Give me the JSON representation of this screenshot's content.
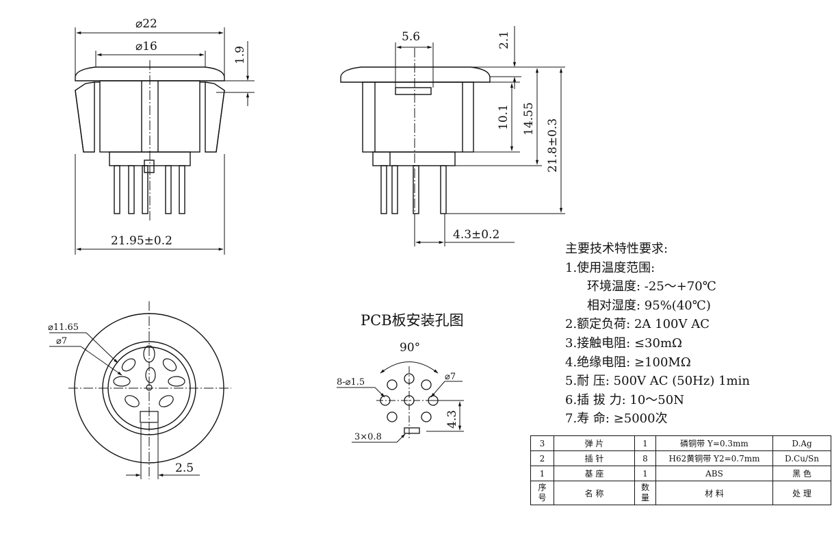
{
  "dims": {
    "d22": "⌀22",
    "d16": "⌀16",
    "h19": "1.9",
    "w2195": "21.95±0.2",
    "w56": "5.6",
    "h21": "2.1",
    "h101": "10.1",
    "h1455": "14.55",
    "h218": "21.8±0.3",
    "w43": "4.3±0.2",
    "d1165": "⌀11.65",
    "d7a": "⌀7",
    "w25": "2.5",
    "ang90": "90°",
    "holes": "8-⌀1.5",
    "d7b": "⌀7",
    "h43": "4.3",
    "slot": "3×0.8"
  },
  "pcb_title": "PCB板安装孔图",
  "specs": {
    "title": "主要技术特性要求:",
    "l1": "1.使用温度范围:",
    "l1a": "环境温度: -25～+70℃",
    "l1b": "相对湿度: 95%(40℃)",
    "l2": "2.额定负荷: 2A 100V AC",
    "l3": "3.接触电阻: ≤30mΩ",
    "l4": "4.绝缘电阻: ≥100MΩ",
    "l5": "5.耐    压: 500V AC (50Hz) 1min",
    "l6": "6.插 拔 力: 10～50N",
    "l7": "7.寿    命: ≥5000次"
  },
  "bom": {
    "rows": [
      {
        "no": "3",
        "name": "弹 片",
        "qty": "1",
        "mat": "磷铜带 Y=0.3mm",
        "proc": "D.Ag"
      },
      {
        "no": "2",
        "name": "插 针",
        "qty": "8",
        "mat": "H62黄铜带 Y2=0.7mm",
        "proc": "D.Cu/Sn"
      },
      {
        "no": "1",
        "name": "基 座",
        "qty": "1",
        "mat": "ABS",
        "proc": "黑 色"
      }
    ],
    "header": {
      "no_a": "序",
      "no_b": "号",
      "name": "名 称",
      "qty_a": "数",
      "qty_b": "量",
      "mat": "材 料",
      "proc": "处 理"
    }
  }
}
